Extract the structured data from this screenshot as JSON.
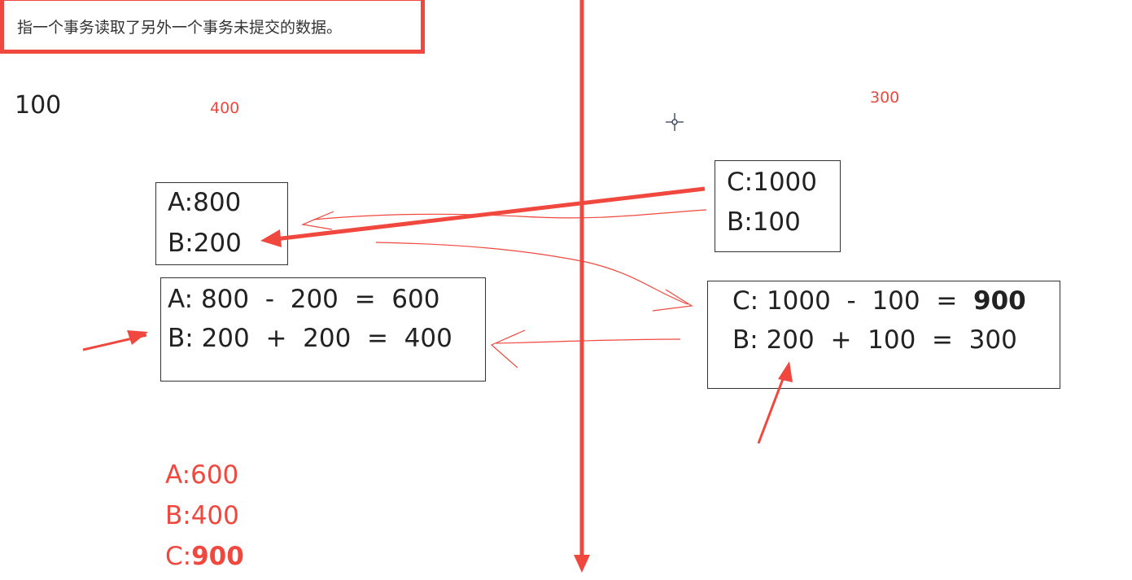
{
  "definition": {
    "text": "指一个事务读取了另外一个事务未提交的数据。"
  },
  "annotations": {
    "top_left_value": "100",
    "left_red_value": "400",
    "right_red_value": "300"
  },
  "left_initial_box": {
    "line1": "A:800",
    "line2": "B:200"
  },
  "left_calc_box": {
    "line1": "A: 800  -  200  =  600",
    "line2": "B: 200  +  200  =  400"
  },
  "right_initial_box": {
    "line1": "C:1000",
    "line2": "B:100"
  },
  "right_calc_box": {
    "line1_prefix": "C: 1000  -  100  =  ",
    "line1_result": "900",
    "line2": "B: 200  +  100  =  300"
  },
  "results": {
    "a": "A:600",
    "b": "B:400",
    "c_prefix": "C:",
    "c_value": "900"
  },
  "colors": {
    "accent_red": "#f0483e",
    "text_dark": "#222222",
    "box_border": "#333333"
  },
  "icons": {
    "cursor": "crosshair-cursor-icon"
  }
}
